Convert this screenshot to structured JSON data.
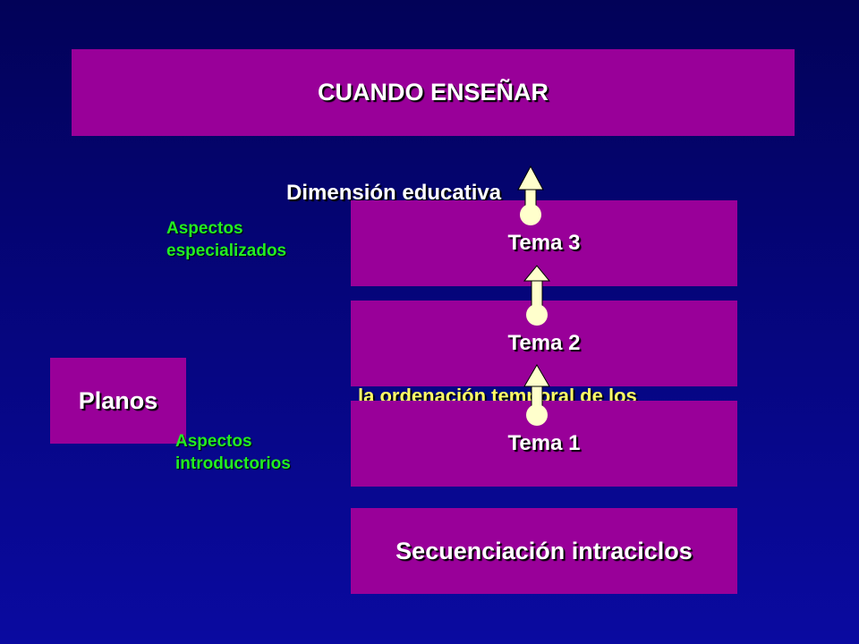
{
  "title": "CUANDO ENSEÑAR",
  "dimension_text": "Dimensión educativa",
  "ordenacion_text": "la ordenación temporal de los",
  "planos_label": "Planos",
  "aspects": {
    "specialized_line1": "Aspectos",
    "specialized_line2": "especializados",
    "introductory_line1": "Aspectos",
    "introductory_line2": "introductorios"
  },
  "topics": {
    "tema3": "Tema 3",
    "tema2": "Tema 2",
    "tema1": "Tema 1"
  },
  "sequence_label": "Secuenciación intraciclos",
  "colors": {
    "box": "#990099",
    "green_text": "#22ee22",
    "arrow": "#ffffcc"
  }
}
